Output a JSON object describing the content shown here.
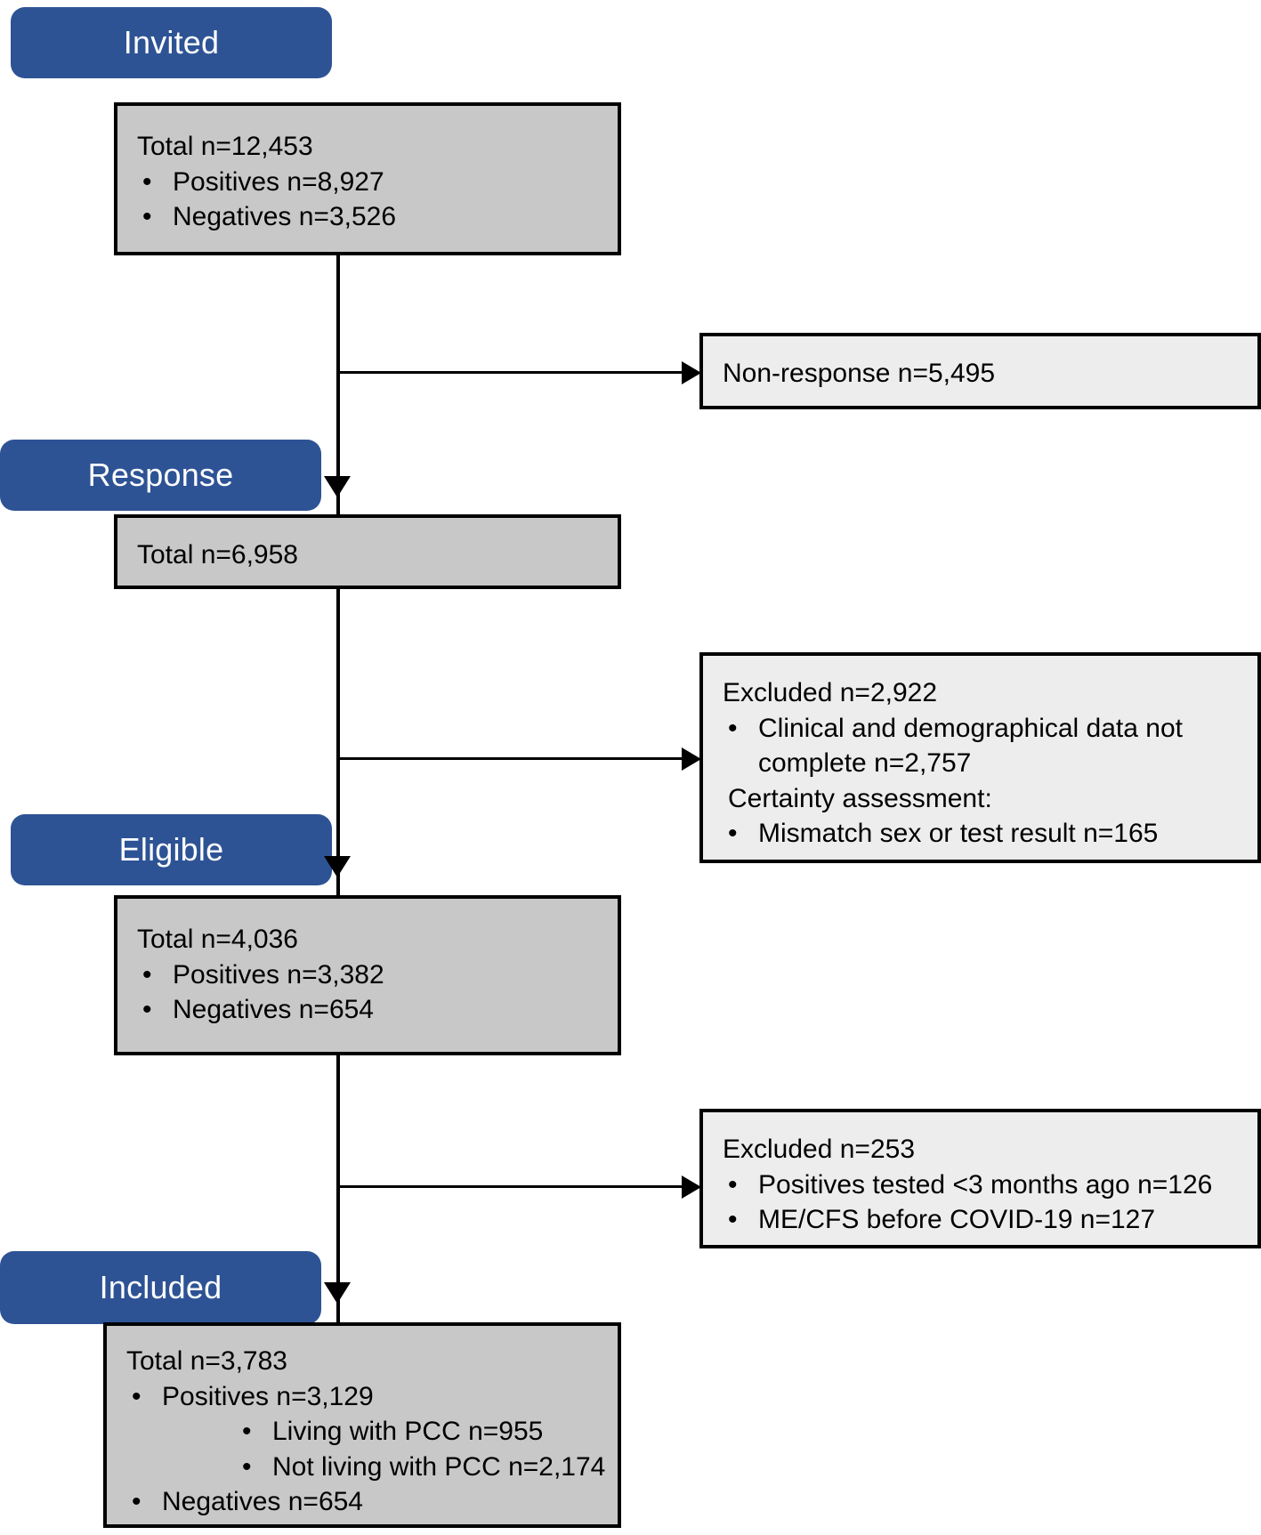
{
  "stages": [
    {
      "id": "invited",
      "label": "Invited"
    },
    {
      "id": "response",
      "label": "Response"
    },
    {
      "id": "eligible",
      "label": "Eligible"
    },
    {
      "id": "included",
      "label": "Included"
    }
  ],
  "boxes": {
    "invited_total": {
      "title": "Total n=12,453",
      "bullets": [
        "Positives n=8,927",
        "Negatives n=3,526"
      ]
    },
    "response_total": {
      "title": "Total n=6,958",
      "bullets": []
    },
    "eligible_total": {
      "title": "Total n=4,036",
      "bullets": [
        "Positives n=3,382",
        "Negatives n=654"
      ]
    },
    "included_total": {
      "title": "Total n=3,783",
      "bullet_positives": "Positives n=3,129",
      "sub_bullets": [
        "Living with PCC n=955",
        "Not living with PCC n=2,174"
      ],
      "bullet_negatives": "Negatives n=654"
    }
  },
  "exclusions": {
    "non_response": {
      "title": "Non-response n=5,495"
    },
    "excluded_1": {
      "title": "Excluded n=2,922",
      "bullet_1": "Clinical and demographical data not complete n=2,757",
      "subheading": "Certainty assessment:",
      "bullet_2": "Mismatch sex or test result n=165"
    },
    "excluded_2": {
      "title": "Excluded n=253",
      "bullets": [
        "Positives tested <3 months ago n=126",
        "ME/CFS before COVID-19 n=127"
      ]
    }
  },
  "bullet_glyph": "•",
  "colors": {
    "stage_blue": "#2E5395",
    "main_box_fill": "#C8C8C8",
    "exclusion_box_fill": "#EDEDED",
    "border": "#000000",
    "stage_text": "#FFFFFF"
  }
}
